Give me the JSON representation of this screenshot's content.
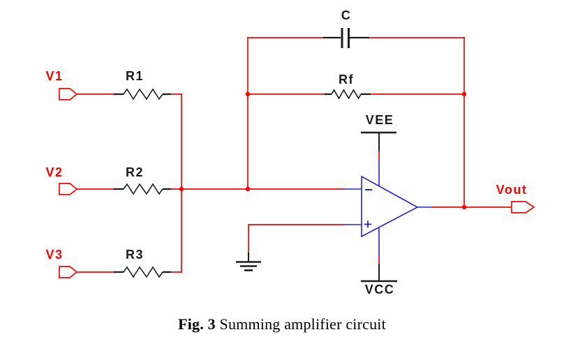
{
  "figure": {
    "caption_label": "Fig. 3",
    "caption_title": "Summing amplifier circuit"
  },
  "circuit": {
    "colors": {
      "wire": "#f80400",
      "symbol": "#1a1a1a",
      "opamp": "#2222dd",
      "background": "#ffffff"
    },
    "inputs": [
      {
        "label": "V1"
      },
      {
        "label": "V2"
      },
      {
        "label": "V3"
      }
    ],
    "input_resistors": [
      {
        "label": "R1"
      },
      {
        "label": "R2"
      },
      {
        "label": "R3"
      }
    ],
    "feedback": {
      "capacitor_label": "C",
      "resistor_label": "Rf"
    },
    "opamp": {
      "rail_top": "VEE",
      "rail_bottom": "VCC"
    },
    "output": {
      "label": "Vout"
    }
  }
}
